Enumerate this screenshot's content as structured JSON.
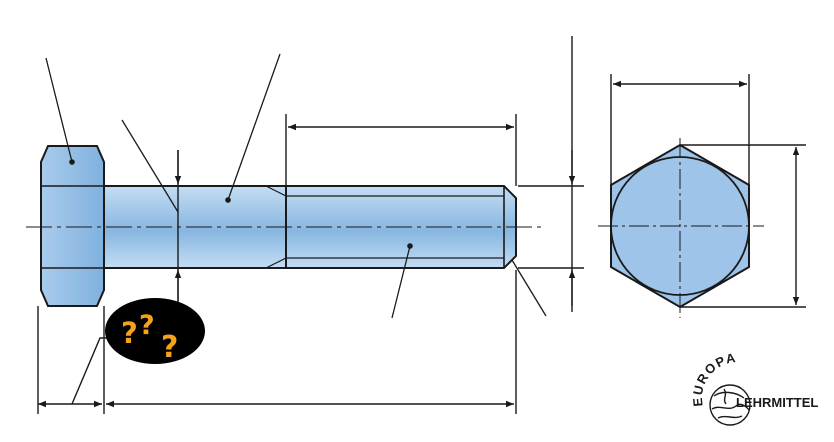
{
  "colors": {
    "bolt_fill_light": "#c4ddf4",
    "bolt_fill_dark": "#87b6e0",
    "outline": "#1a1a1a",
    "callout_background": "#000000",
    "question_mark": "#f5a31a"
  },
  "callout": {
    "icon": "question-marks",
    "marks": [
      "?",
      "?",
      "?"
    ]
  },
  "logo": {
    "arc_text": "EUROPA",
    "side_text": "LEHRMITTEL",
    "icon": "globe-icon"
  }
}
